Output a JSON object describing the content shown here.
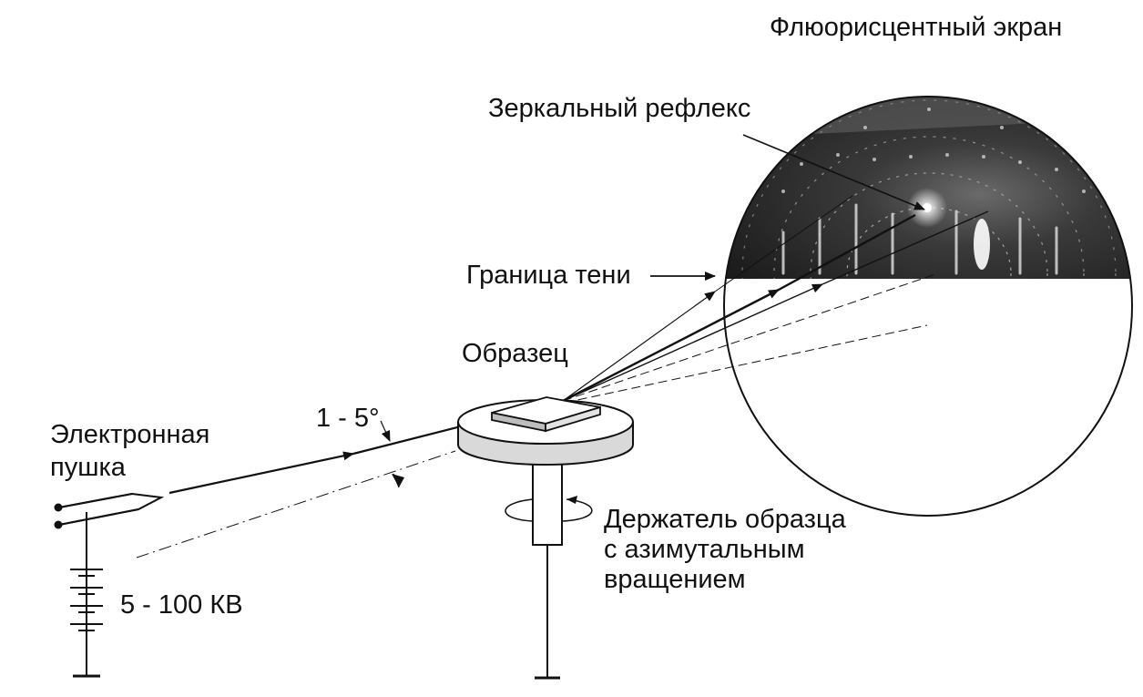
{
  "labels": {
    "screen": "Флюорисцентный экран",
    "specular": "Зеркальный рефлекс",
    "shadow_edge": "Граница тени",
    "sample": "Образец",
    "angle": "1 - 5°",
    "gun_line1": "Электронная",
    "gun_line2": "пушка",
    "voltage": "5 - 100 КВ",
    "holder_line1": "Держатель образца",
    "holder_line2": "с азимутальным",
    "holder_line3": "вращением"
  },
  "colors": {
    "ink": "#111111",
    "screen_dark": "#1c1c1c",
    "sample_side": "#d9d9d9",
    "background": "#ffffff"
  }
}
